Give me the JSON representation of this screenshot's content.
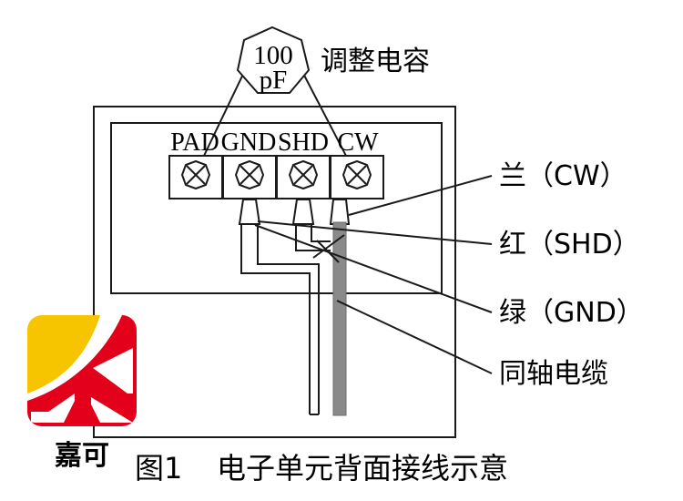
{
  "figure": {
    "caption_number": "图1",
    "caption_text": "电子单元背面接线示意"
  },
  "capacitor": {
    "value_line1": "100",
    "value_line2": "pF",
    "label": "调整电容",
    "shape": "heptagon",
    "connects_to": [
      "PAD",
      "CW"
    ]
  },
  "terminal_block": {
    "terminals": [
      {
        "name": "PAD",
        "icon": "screw-terminal-icon"
      },
      {
        "name": "GND",
        "icon": "screw-terminal-icon"
      },
      {
        "name": "SHD",
        "icon": "screw-terminal-icon"
      },
      {
        "name": "CW",
        "icon": "screw-terminal-icon"
      }
    ]
  },
  "callouts": [
    {
      "id": "cw",
      "text": "兰（CW）"
    },
    {
      "id": "shd",
      "text": "红（SHD）"
    },
    {
      "id": "gnd",
      "text": "绿（GND）"
    },
    {
      "id": "coax",
      "text": "同轴电缆"
    }
  ],
  "logo": {
    "brand_name": "嘉可",
    "colors": {
      "yellow": "#F7C400",
      "red": "#E2001A",
      "white": "#FFFFFF"
    }
  },
  "colors": {
    "stroke": "#1a1a1a",
    "coax_cable": "#8a8a8a",
    "background": "#FFFFFF"
  }
}
